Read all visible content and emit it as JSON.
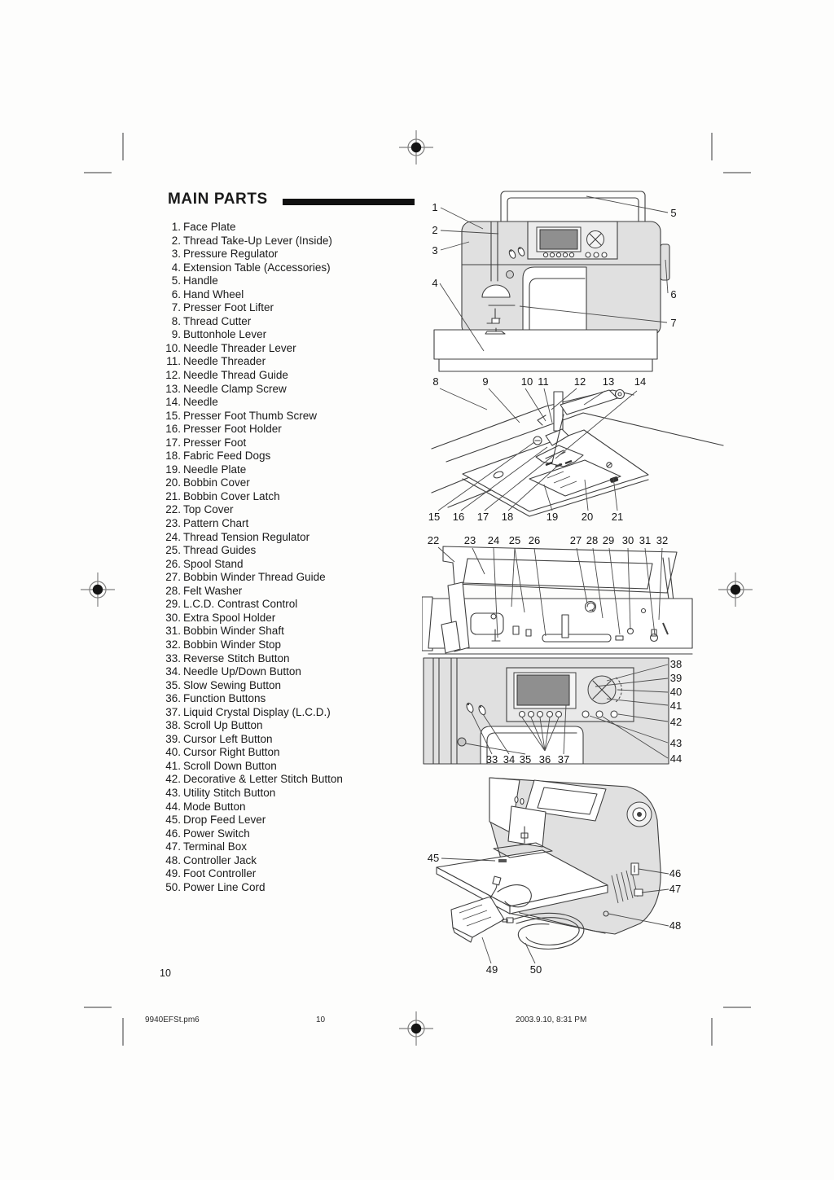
{
  "page": {
    "title": "MAIN PARTS",
    "page_number": "10",
    "footer": {
      "file_name": "9940EFSt.pm6",
      "page": "10",
      "timestamp": "2003.9.10, 8:31 PM"
    }
  },
  "colors": {
    "paper": "#fdfdfc",
    "ink": "#1a1a1a",
    "diagram_gray": "#e0e0e0",
    "lcd_screen": "#8f8f8f"
  },
  "parts_list": {
    "items": [
      {
        "n": "1.",
        "label": "Face Plate"
      },
      {
        "n": "2.",
        "label": "Thread Take-Up Lever (Inside)"
      },
      {
        "n": "3.",
        "label": "Pressure Regulator"
      },
      {
        "n": "4.",
        "label": "Extension Table (Accessories)"
      },
      {
        "n": "5.",
        "label": "Handle"
      },
      {
        "n": "6.",
        "label": "Hand Wheel"
      },
      {
        "n": "7.",
        "label": "Presser Foot Lifter"
      },
      {
        "n": "8.",
        "label": "Thread Cutter"
      },
      {
        "n": "9.",
        "label": "Buttonhole Lever"
      },
      {
        "n": "10.",
        "label": "Needle Threader Lever"
      },
      {
        "n": "11.",
        "label": "Needle Threader"
      },
      {
        "n": "12.",
        "label": "Needle Thread Guide"
      },
      {
        "n": "13.",
        "label": "Needle Clamp Screw"
      },
      {
        "n": "14.",
        "label": "Needle"
      },
      {
        "n": "15.",
        "label": "Presser Foot Thumb Screw"
      },
      {
        "n": "16.",
        "label": "Presser Foot Holder"
      },
      {
        "n": "17.",
        "label": "Presser Foot"
      },
      {
        "n": "18.",
        "label": "Fabric Feed Dogs"
      },
      {
        "n": "19.",
        "label": "Needle Plate"
      },
      {
        "n": "20.",
        "label": "Bobbin Cover"
      },
      {
        "n": "21.",
        "label": "Bobbin Cover Latch"
      },
      {
        "n": "22.",
        "label": "Top Cover"
      },
      {
        "n": "23.",
        "label": "Pattern Chart"
      },
      {
        "n": "24.",
        "label": "Thread Tension Regulator"
      },
      {
        "n": "25.",
        "label": "Thread Guides"
      },
      {
        "n": "26.",
        "label": "Spool Stand"
      },
      {
        "n": "27.",
        "label": "Bobbin Winder Thread Guide"
      },
      {
        "n": "28.",
        "label": "Felt Washer"
      },
      {
        "n": "29.",
        "label": "L.C.D. Contrast Control"
      },
      {
        "n": "30.",
        "label": "Extra Spool Holder"
      },
      {
        "n": "31.",
        "label": "Bobbin Winder Shaft"
      },
      {
        "n": "32.",
        "label": "Bobbin Winder Stop"
      },
      {
        "n": "33.",
        "label": "Reverse Stitch Button"
      },
      {
        "n": "34.",
        "label": "Needle Up/Down Button"
      },
      {
        "n": "35.",
        "label": "Slow Sewing Button"
      },
      {
        "n": "36.",
        "label": "Function Buttons"
      },
      {
        "n": "37.",
        "label": "Liquid Crystal Display (L.C.D.)"
      },
      {
        "n": "38.",
        "label": "Scroll Up Button"
      },
      {
        "n": "39.",
        "label": "Cursor Left Button"
      },
      {
        "n": "40.",
        "label": "Cursor Right Button"
      },
      {
        "n": "41.",
        "label": "Scroll Down Button"
      },
      {
        "n": "42.",
        "label": "Decorative & Letter Stitch Button"
      },
      {
        "n": "43.",
        "label": "Utility Stitch Button"
      },
      {
        "n": "44.",
        "label": "Mode Button"
      },
      {
        "n": "45.",
        "label": "Drop Feed Lever"
      },
      {
        "n": "46.",
        "label": "Power Switch"
      },
      {
        "n": "47.",
        "label": "Terminal Box"
      },
      {
        "n": "48.",
        "label": "Controller Jack"
      },
      {
        "n": "49.",
        "label": "Foot Controller"
      },
      {
        "n": "50.",
        "label": "Power Line Cord"
      }
    ]
  },
  "diagrams": {
    "front_view": {
      "callouts": [
        "1",
        "2",
        "3",
        "4",
        "5",
        "6",
        "7"
      ]
    },
    "needle_area": {
      "top": [
        "8",
        "9",
        "10",
        "11",
        "12",
        "13",
        "14"
      ],
      "bottom": [
        "15",
        "16",
        "17",
        "18",
        "19",
        "20",
        "21"
      ]
    },
    "top_cover_open": {
      "callouts": [
        "22",
        "23",
        "24",
        "25",
        "26",
        "27",
        "28",
        "29",
        "30",
        "31",
        "32"
      ]
    },
    "control_panel": {
      "right": [
        "38",
        "39",
        "40",
        "41",
        "42",
        "43",
        "44"
      ],
      "bottom": [
        "33",
        "34",
        "35",
        "36",
        "37"
      ]
    },
    "rear_view": {
      "callouts": [
        "45",
        "46",
        "47",
        "48",
        "49",
        "50"
      ]
    }
  }
}
